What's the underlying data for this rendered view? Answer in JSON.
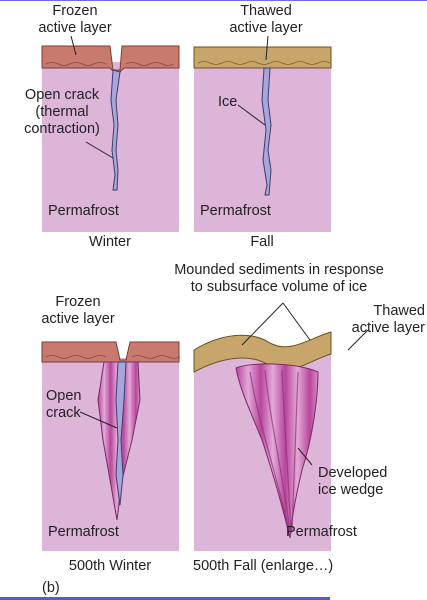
{
  "panels": {
    "top_left": {
      "layer_label": [
        "Frozen",
        "active layer"
      ],
      "crack_label": [
        "Open crack",
        "(thermal",
        "contraction)"
      ],
      "ground_label": "Permafrost",
      "caption": "Winter"
    },
    "top_right": {
      "layer_label": [
        "Thawed",
        "active layer"
      ],
      "crack_label": "Ice",
      "ground_label": "Permafrost",
      "caption": "Fall"
    },
    "bottom_left": {
      "layer_label": [
        "Frozen",
        "active layer"
      ],
      "crack_label": [
        "Open",
        "crack"
      ],
      "ground_label": "Permafrost",
      "caption": "500th Winter"
    },
    "bottom_right": {
      "mound_label": [
        "Mounded sediments in response",
        "to subsurface volume of ice"
      ],
      "layer_label": [
        "Thawed",
        "active layer"
      ],
      "wedge_label": [
        "Developed",
        "ice wedge"
      ],
      "ground_label": "Permafrost",
      "caption": "500th Fall (enlarge…)"
    }
  },
  "figure_tag": "(b)",
  "colors": {
    "permafrost": "#dcb5d8",
    "frozen_layer": "#c97a6f",
    "thawed_layer": "#c8a66b",
    "ice": "#a8a6d8",
    "wedge_stripes": "#c44fa0"
  }
}
